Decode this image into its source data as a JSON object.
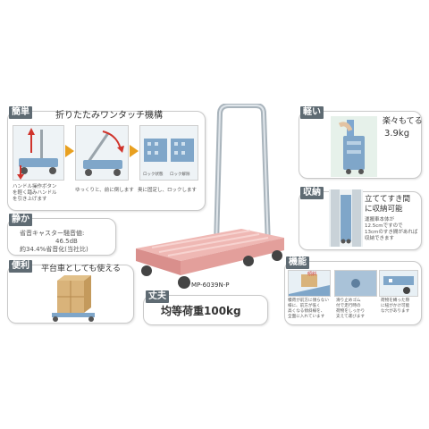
{
  "simple": {
    "tag": "簡単",
    "title": "折りたたみワンタッチ機構",
    "cap1": [
      "ハンドル操作ボタン",
      "を軽く踏みハンドル",
      "を引き上げます"
    ],
    "cap2": "ゆっくりと、前に倒します",
    "cap3": "奥に固定し、ロックします",
    "lock_label1": "ロック状態",
    "lock_label2": "ロック解除"
  },
  "quiet": {
    "tag": "静か",
    "lines": [
      "省音キャスター騒音値:",
      "46.5dB",
      "約34.4%省音化(当社比)"
    ]
  },
  "flatcart": {
    "tag": "便利",
    "title": "平台車としても使える"
  },
  "model": "MP-6039N-P",
  "strong": {
    "tag": "丈夫",
    "title": "均等荷重100kg"
  },
  "light": {
    "tag": "軽い",
    "lines": [
      "楽々もてる",
      "3.9kg"
    ]
  },
  "storage": {
    "tag": "収納",
    "lines": [
      "立ててすき間",
      "に収納可能"
    ],
    "note": [
      "運搬車本体が",
      "12.5cmですので",
      "13cmのすき間があれば",
      "収納できます"
    ]
  },
  "function": {
    "tag": "機能",
    "incline_label": "傾斜",
    "cap1": [
      "積荷が前方に傾らない",
      "様に、前方が低く",
      "高くなる傾斜線を、",
      "全面に入れています"
    ],
    "cap2": [
      "滑り止めゴム",
      "付で走行時の",
      "荷物をしっかり",
      "支えて運びます"
    ],
    "cap3": [
      "荷物を縛った際",
      "に紐がかけ可能",
      "な穴があります"
    ]
  },
  "colors": {
    "cart_pink": "#e9a7a4",
    "tag_bg": "#5f6b73",
    "cart_blue": "#7fa6c9"
  }
}
